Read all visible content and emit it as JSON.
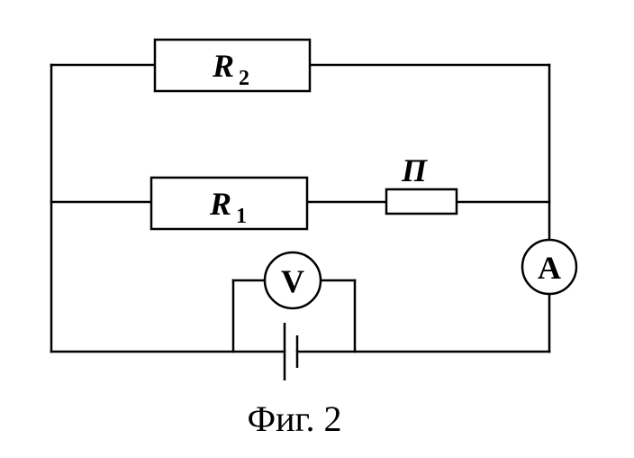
{
  "components": {
    "resistor_r2": {
      "letter": "R",
      "subscript": "2"
    },
    "resistor_r1": {
      "letter": "R",
      "subscript": "1"
    },
    "element_p": {
      "label": "П"
    },
    "voltmeter": {
      "label": "V"
    },
    "ammeter": {
      "label": "A"
    }
  },
  "caption": "Фиг. 2"
}
